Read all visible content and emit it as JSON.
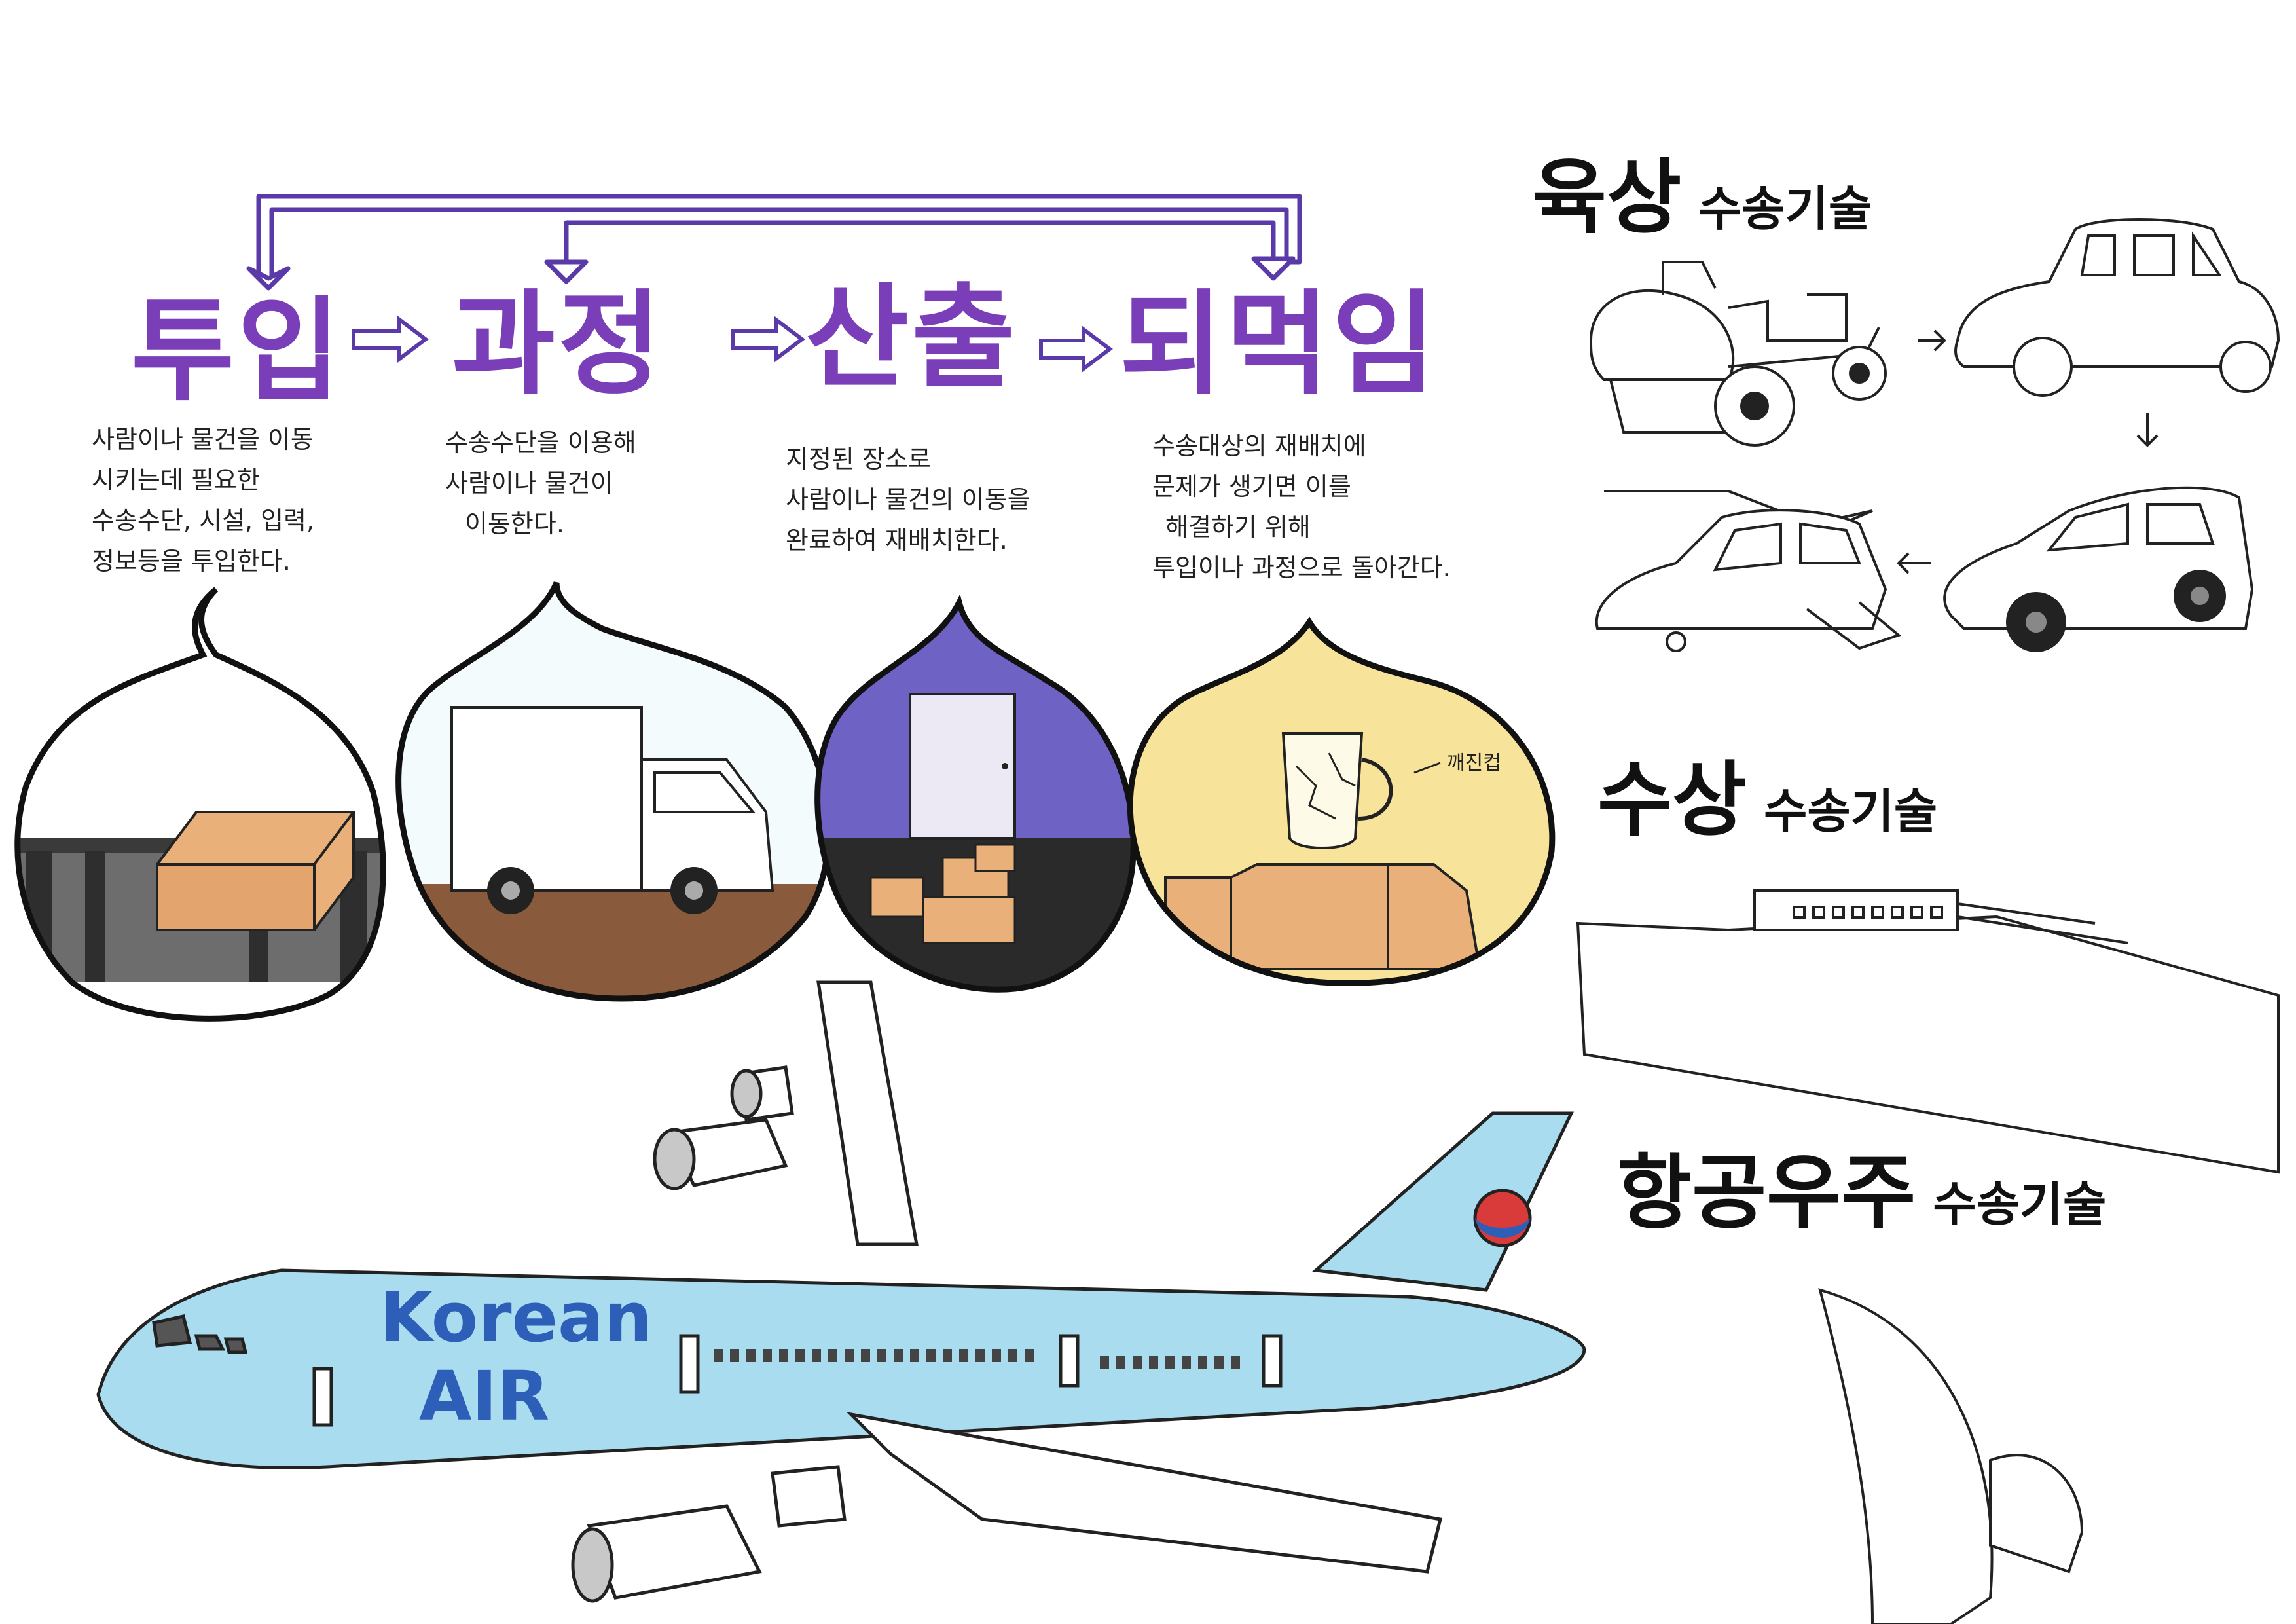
{
  "flow": {
    "stages": [
      "투입",
      "과정",
      "산출",
      "되먹임"
    ],
    "descriptions": [
      [
        "사람이나 물건을 이동",
        "시키는데 필요한",
        "수송수단, 시설, 입력,",
        "정보등을 투입한다."
      ],
      [
        "수송수단을 이용해",
        "사람이나 물건이",
        "이동한다."
      ],
      [
        "지정된 장소로",
        "사람이나 물건의 이동을",
        "완료하여 재배치한다."
      ],
      [
        "수송대상의 재배치에",
        "문제가 생기면 이를",
        "해결하기 위해",
        "투입이나 과정으로 돌아간다."
      ]
    ]
  },
  "categories": {
    "land": {
      "main": "육상",
      "sub": "수송기술"
    },
    "water": {
      "main": "수상",
      "sub": "수송기술"
    },
    "air": {
      "main": "항공우주",
      "sub": "수송기술"
    }
  },
  "annotation": {
    "cup": "깨진컵"
  },
  "airplane": {
    "brand_line1": "Korean",
    "brand_line2": "AIR"
  },
  "colors": {
    "title_purple": "#7a3fb8",
    "arrow_purple": "#5a3aa8",
    "plane_blue": "#a9dcef",
    "bubble_yellow": "#f7e49a",
    "bubble_violet": "#6e62c4",
    "ground_brown": "#8a5a3c",
    "box_tan": "#e9b07a"
  }
}
